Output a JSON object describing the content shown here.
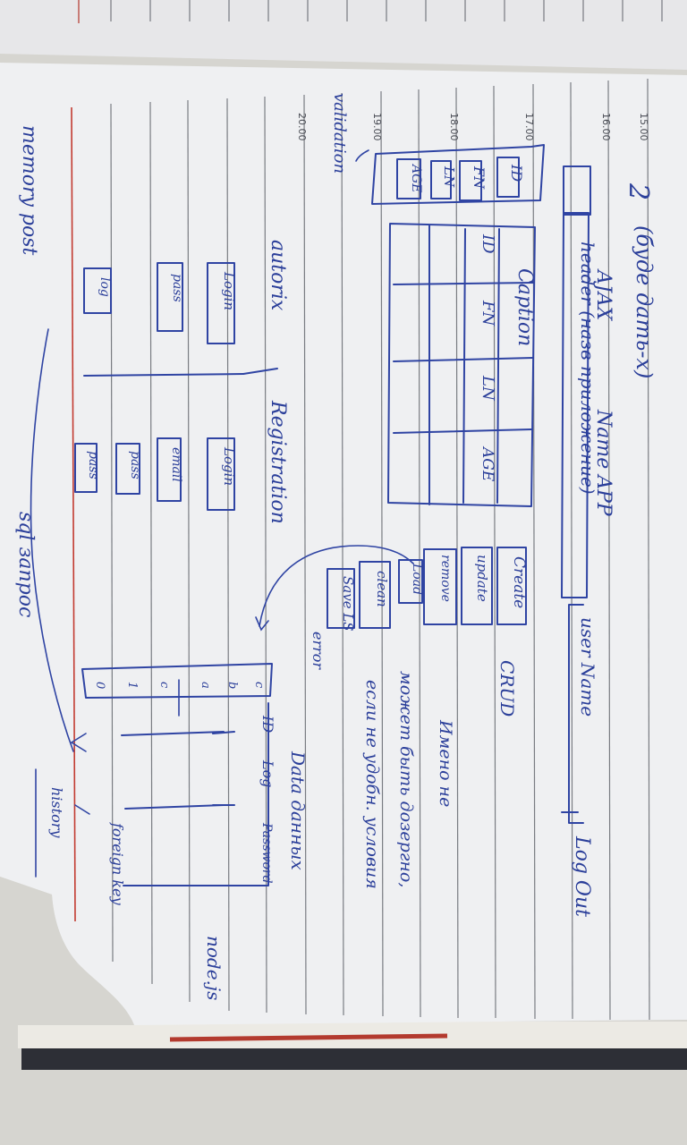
{
  "printed_times": [
    "15.00",
    "16.00",
    "17.00",
    "18.00",
    "19.00",
    "20.00"
  ],
  "notes": {
    "page_number": "2",
    "bracket_note": "(буде дать-х)",
    "ajax": "AJAX",
    "app_name": "Name APP",
    "header_note": "header (назв приложение)",
    "user_name": "user Name",
    "logout": "Log Out",
    "form_fields": [
      "ID",
      "FN",
      "LN",
      "AGE"
    ],
    "table_caption": "Caption",
    "table_headers": [
      "ID",
      "FN",
      "LN",
      "AGE"
    ],
    "buttons": [
      "Create",
      "update",
      "remove",
      "Load",
      "clean",
      "Save LS"
    ],
    "crud": "CRUD",
    "note_line1": "Имено не",
    "note_line2": "может быть дозергно,",
    "note_line3": "если не удобн. условия",
    "error": "error",
    "validation": "validation",
    "data_title": "Data данных",
    "table2_headers": [
      "ID",
      "Log",
      "Password"
    ],
    "table2_col": [
      "c",
      "b",
      "a",
      "c",
      "1",
      "0"
    ],
    "nodejs": "node.js",
    "forsign": "foreign key",
    "history": "history",
    "autorix": "autorix",
    "registration": "Registration",
    "login_boxes": [
      "Login",
      "Login"
    ],
    "pass_boxes": [
      "pass",
      "email",
      "pass"
    ],
    "log_boxes": [
      "log",
      "pass"
    ],
    "memory_post": "memory post",
    "sql": "sql запрос"
  }
}
